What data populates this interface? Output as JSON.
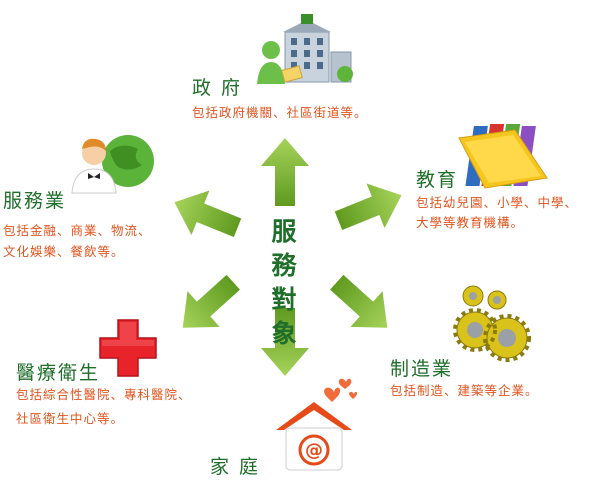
{
  "center": {
    "line1": "服 務",
    "line2": "對 象"
  },
  "government": {
    "title": "政 府",
    "desc": "包括政府機關、社區街道等。",
    "icon": "government-building-icon"
  },
  "education": {
    "title": "教育",
    "desc1": "包括幼兒園、小學、中學、",
    "desc2": "大學等教育機構。",
    "icon": "books-icon"
  },
  "service": {
    "title": "服務業",
    "desc1": "包括金融、商業、物流、",
    "desc2": "文化娛樂、餐飲等。",
    "icon": "waiter-globe-icon"
  },
  "manufacturing": {
    "title": "制造業",
    "desc": "包括制造、建築等企業。",
    "icon": "gears-icon"
  },
  "medical": {
    "title": "醫療衛生",
    "desc1": "包括綜合性醫院、專科醫院、",
    "desc2": "社區衛生中心等。",
    "icon": "red-cross-icon"
  },
  "home": {
    "title": "家 庭",
    "icon": "house-at-icon"
  },
  "colors": {
    "title": "#1f6e2a",
    "desc": "#e0541e",
    "arrow": "#7ab52a",
    "cross": "#e8232a"
  }
}
